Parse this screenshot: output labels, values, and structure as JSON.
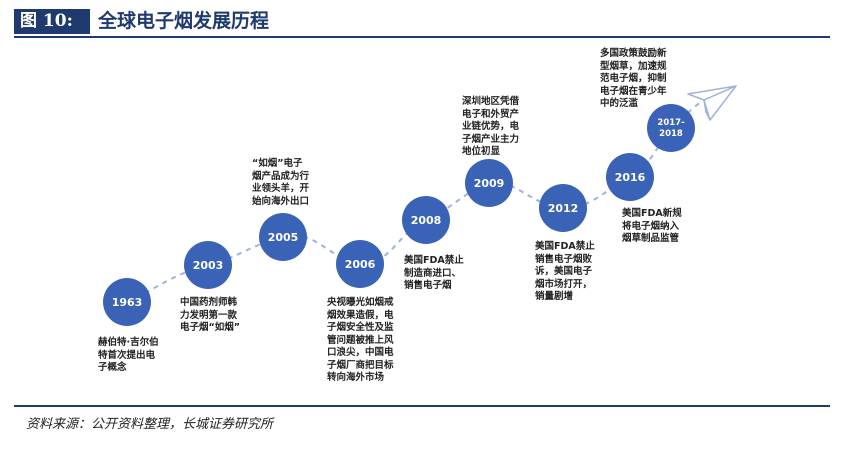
{
  "figure": {
    "label": "图 10:",
    "title": "全球电子烟发展历程"
  },
  "milestones": [
    {
      "year": "1963",
      "desc": [
        "赫伯特·吉尔伯",
        "特首次提出电",
        "子概念"
      ]
    },
    {
      "year": "2003",
      "desc": [
        "中国药剂师韩",
        "力发明第一款",
        "电子烟“如烟”"
      ]
    },
    {
      "year": "2005",
      "desc": [
        "“如烟”电子",
        "烟产品成为行",
        "业领头羊，开",
        "始向海外出口"
      ]
    },
    {
      "year": "2006",
      "desc": [
        "央视曝光如烟戒",
        "烟效果造假，电",
        "子烟安全性及监",
        "管问题被推上风",
        "口浪尖，中国电",
        "子烟厂商把目标",
        "转向海外市场"
      ]
    },
    {
      "year": "2008",
      "desc": [
        "美国FDA禁止",
        "制造商进口、",
        "销售电子烟"
      ]
    },
    {
      "year": "2009",
      "desc": [
        "深圳地区凭借",
        "电子和外贸产",
        "业链优势，电",
        "子烟产业主力",
        "地位初显"
      ]
    },
    {
      "year": "2012",
      "desc": [
        "美国FDA禁止",
        "销售电子烟败",
        "诉，美国电子",
        "烟市场打开，",
        "销量剧增"
      ]
    },
    {
      "year": "2016",
      "desc": [
        "美国FDA新规",
        "将电子烟纳入",
        "烟草制品监管"
      ]
    },
    {
      "year": "2017-2018",
      "year_lines": [
        "2017-",
        "2018"
      ],
      "desc": [
        "多国政策鼓励新",
        "型烟草，加速规",
        "范电子烟，抑制",
        "电子烟在青少年",
        "中的泛滥"
      ]
    }
  ],
  "colors": {
    "brand": "#1f3a6e",
    "node": "#3a63b8",
    "line": "#9fb4d6"
  },
  "icons": {
    "end": "paper-plane-icon"
  },
  "source": "资料来源：公开资料整理，长城证券研究所"
}
